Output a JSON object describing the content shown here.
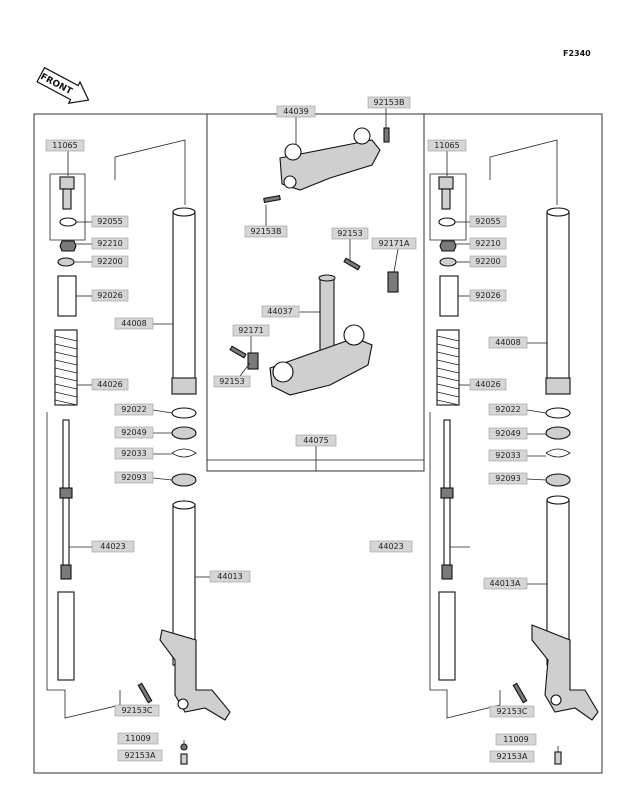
{
  "figure_code": "F2340",
  "front_label": "FRONT",
  "labels": {
    "l_11065": "11065",
    "l_92055": "92055",
    "l_92210": "92210",
    "l_92200": "92200",
    "l_92026": "92026",
    "l_44008": "44008",
    "l_44026": "44026",
    "l_92022": "92022",
    "l_92049": "92049",
    "l_92033": "92033",
    "l_92093": "92093",
    "l_44023": "44023",
    "l_44013": "44013",
    "l_92153C": "92153C",
    "l_11009": "11009",
    "l_92153A": "92153A",
    "c_44039": "44039",
    "c_92153B_top": "92153B",
    "c_92153B_bot": "92153B",
    "c_92153": "92153",
    "c_92171A": "92171A",
    "c_44037": "44037",
    "c_92171": "92171",
    "c_92153_low": "92153",
    "c_44075": "44075",
    "r_11065": "11065",
    "r_92055": "92055",
    "r_92210": "92210",
    "r_92200": "92200",
    "r_92026": "92026",
    "r_44008": "44008",
    "r_44026": "44026",
    "r_92022": "92022",
    "r_92049": "92049",
    "r_92033": "92033",
    "r_92093": "92093",
    "r_44023": "44023",
    "r_44013A": "44013A",
    "r_92153C": "92153C",
    "r_11009": "11009",
    "r_92153A": "92153A"
  }
}
